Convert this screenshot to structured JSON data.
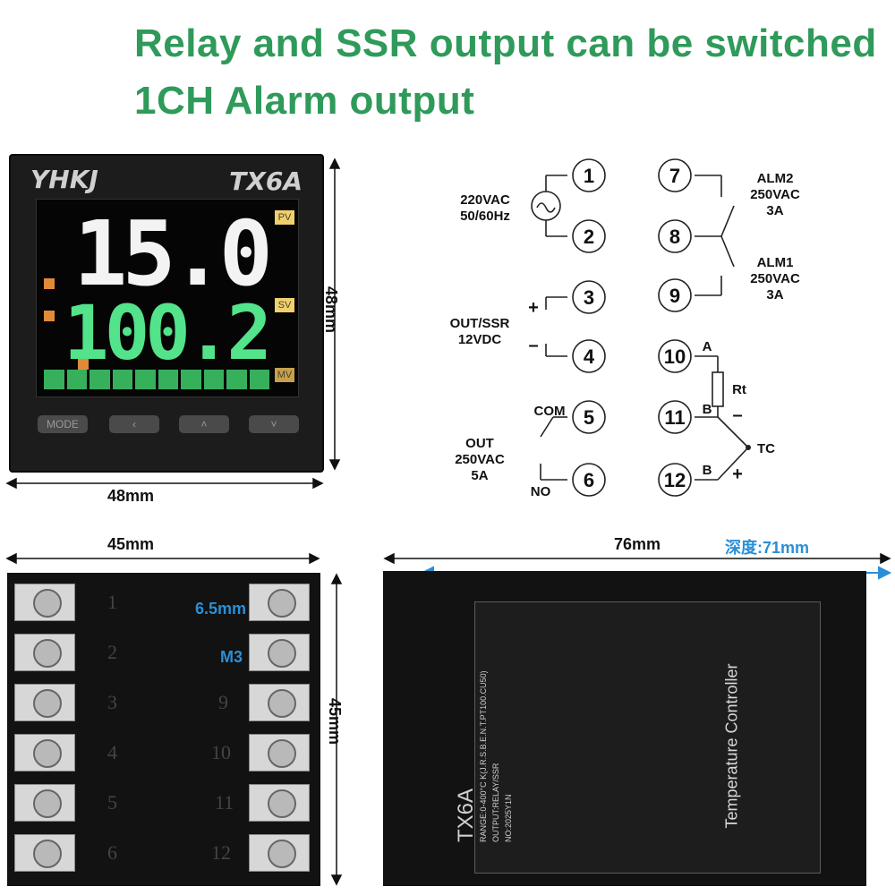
{
  "headline": {
    "line1": "Relay and SSR output can be switched",
    "line2": "1CH Alarm output"
  },
  "front": {
    "brand": "YHKJ",
    "model": "TX6A",
    "pv_value": "15.0",
    "sv_value": "100.2",
    "pv_tag": "PV",
    "sv_tag": "SV",
    "mv_tag": "MV",
    "buttons": [
      "MODE",
      "",
      "",
      ""
    ],
    "width_label": "48mm",
    "height_label": "48mm"
  },
  "wiring": {
    "power": "220VAC\n50/60Hz",
    "power_line1": "220VAC",
    "power_line2": "50/60Hz",
    "out_ssr_line1": "OUT/SSR",
    "out_ssr_line2": "12VDC",
    "plus": "+",
    "minus": "–",
    "com": "COM",
    "no": "NO",
    "out_line1": "OUT",
    "out_line2": "250VAC",
    "out_line3": "5A",
    "alm2_line1": "ALM2",
    "alm2_line2": "250VAC",
    "alm2_line3": "3A",
    "alm1_line1": "ALM1",
    "alm1_line2": "250VAC",
    "alm1_line3": "3A",
    "rt": "Rt",
    "a": "A",
    "b": "B",
    "tc": "TC",
    "terminals_left": [
      "1",
      "2",
      "3",
      "4",
      "5",
      "6"
    ],
    "terminals_right": [
      "7",
      "8",
      "9",
      "10",
      "11",
      "12"
    ]
  },
  "terminal_view": {
    "width_label": "45mm",
    "height_label": "45mm",
    "pitch_label": "6.5mm",
    "screw_label": "M3",
    "left_numbers": [
      "1",
      "2",
      "3",
      "4",
      "5",
      "6"
    ],
    "right_numbers": [
      "",
      "",
      "9",
      "10",
      "11",
      "12"
    ]
  },
  "side_view": {
    "length_label": "76mm",
    "depth_label": "深度:71mm",
    "model": "TX6A",
    "range": "RANGE:0-400°C  K(J.R.S.B.E.N.T.PT100.CU50)",
    "output": "OUTPUT:RELAY/SSR",
    "no": "NO:2025Y1N",
    "title": "Temperature Controller"
  },
  "colors": {
    "headline": "#2f9a5a",
    "dimension_blue": "#2a8fd6",
    "sv_green": "#53e38a"
  }
}
